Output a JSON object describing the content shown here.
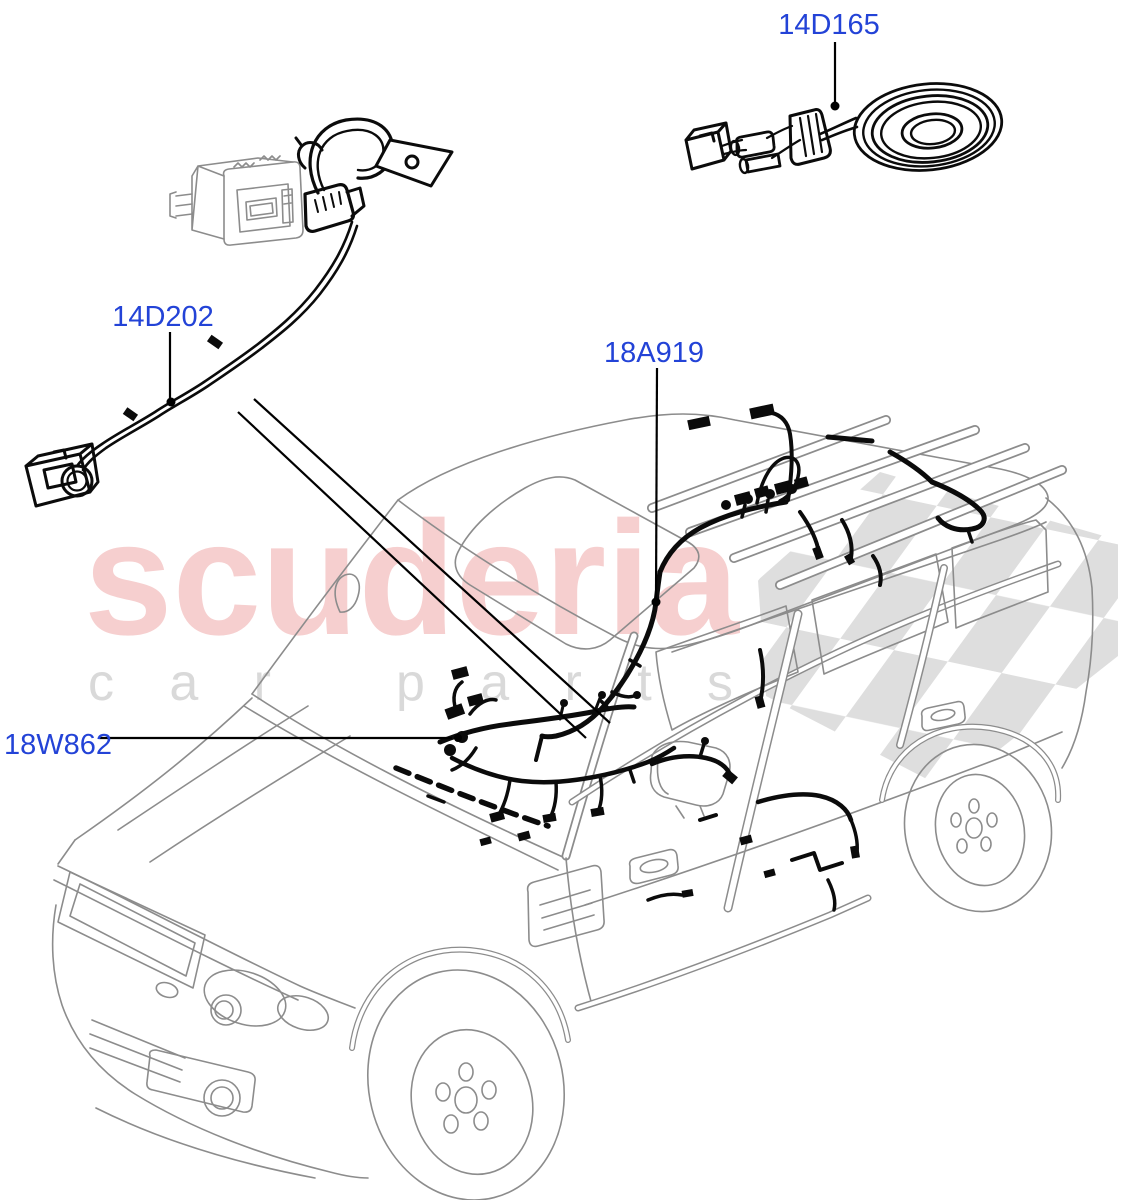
{
  "diagram": {
    "label_color": "#2343d7",
    "part_labels": [
      {
        "code": "14D165"
      },
      {
        "code": "14D202"
      },
      {
        "code": "18A919"
      },
      {
        "code": "18W862"
      }
    ]
  },
  "watermark": {
    "brand": "scuderia",
    "tagline": "car parts",
    "brand_color": "#f6cfcf",
    "tagline_color": "#d9d9d9",
    "flag_color": "#dedede"
  }
}
